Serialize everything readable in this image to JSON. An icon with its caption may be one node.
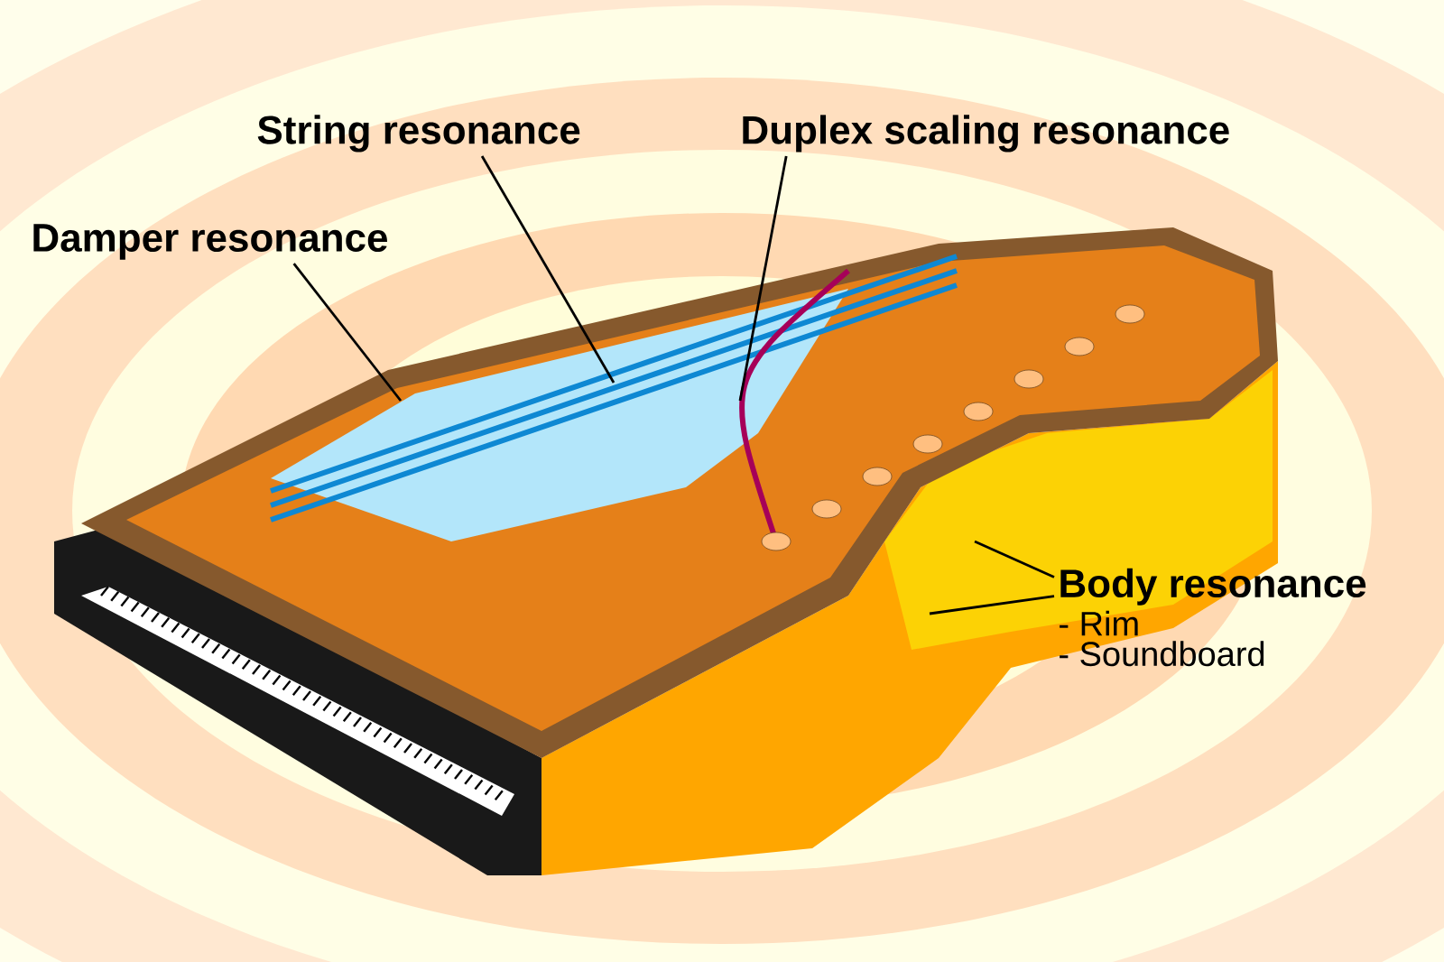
{
  "diagram": {
    "nodes": [
      {
        "text": [
          "Damper resonance"
        ]
      },
      {
        "text": [
          "String resonance"
        ]
      },
      {
        "text": [
          "Duplex scaling resonance"
        ]
      },
      {
        "text": [
          "Body resonance",
          "- Rim",
          "- Soundboard"
        ]
      }
    ],
    "edges": [
      {
        "from": 0,
        "to": null,
        "arrow": "none"
      },
      {
        "from": 1,
        "to": null,
        "arrow": "none"
      },
      {
        "from": 2,
        "to": null,
        "arrow": "none"
      },
      {
        "from": 3,
        "to": null,
        "arrow": "none"
      },
      {
        "from": 3,
        "to": null,
        "arrow": "none"
      }
    ]
  }
}
